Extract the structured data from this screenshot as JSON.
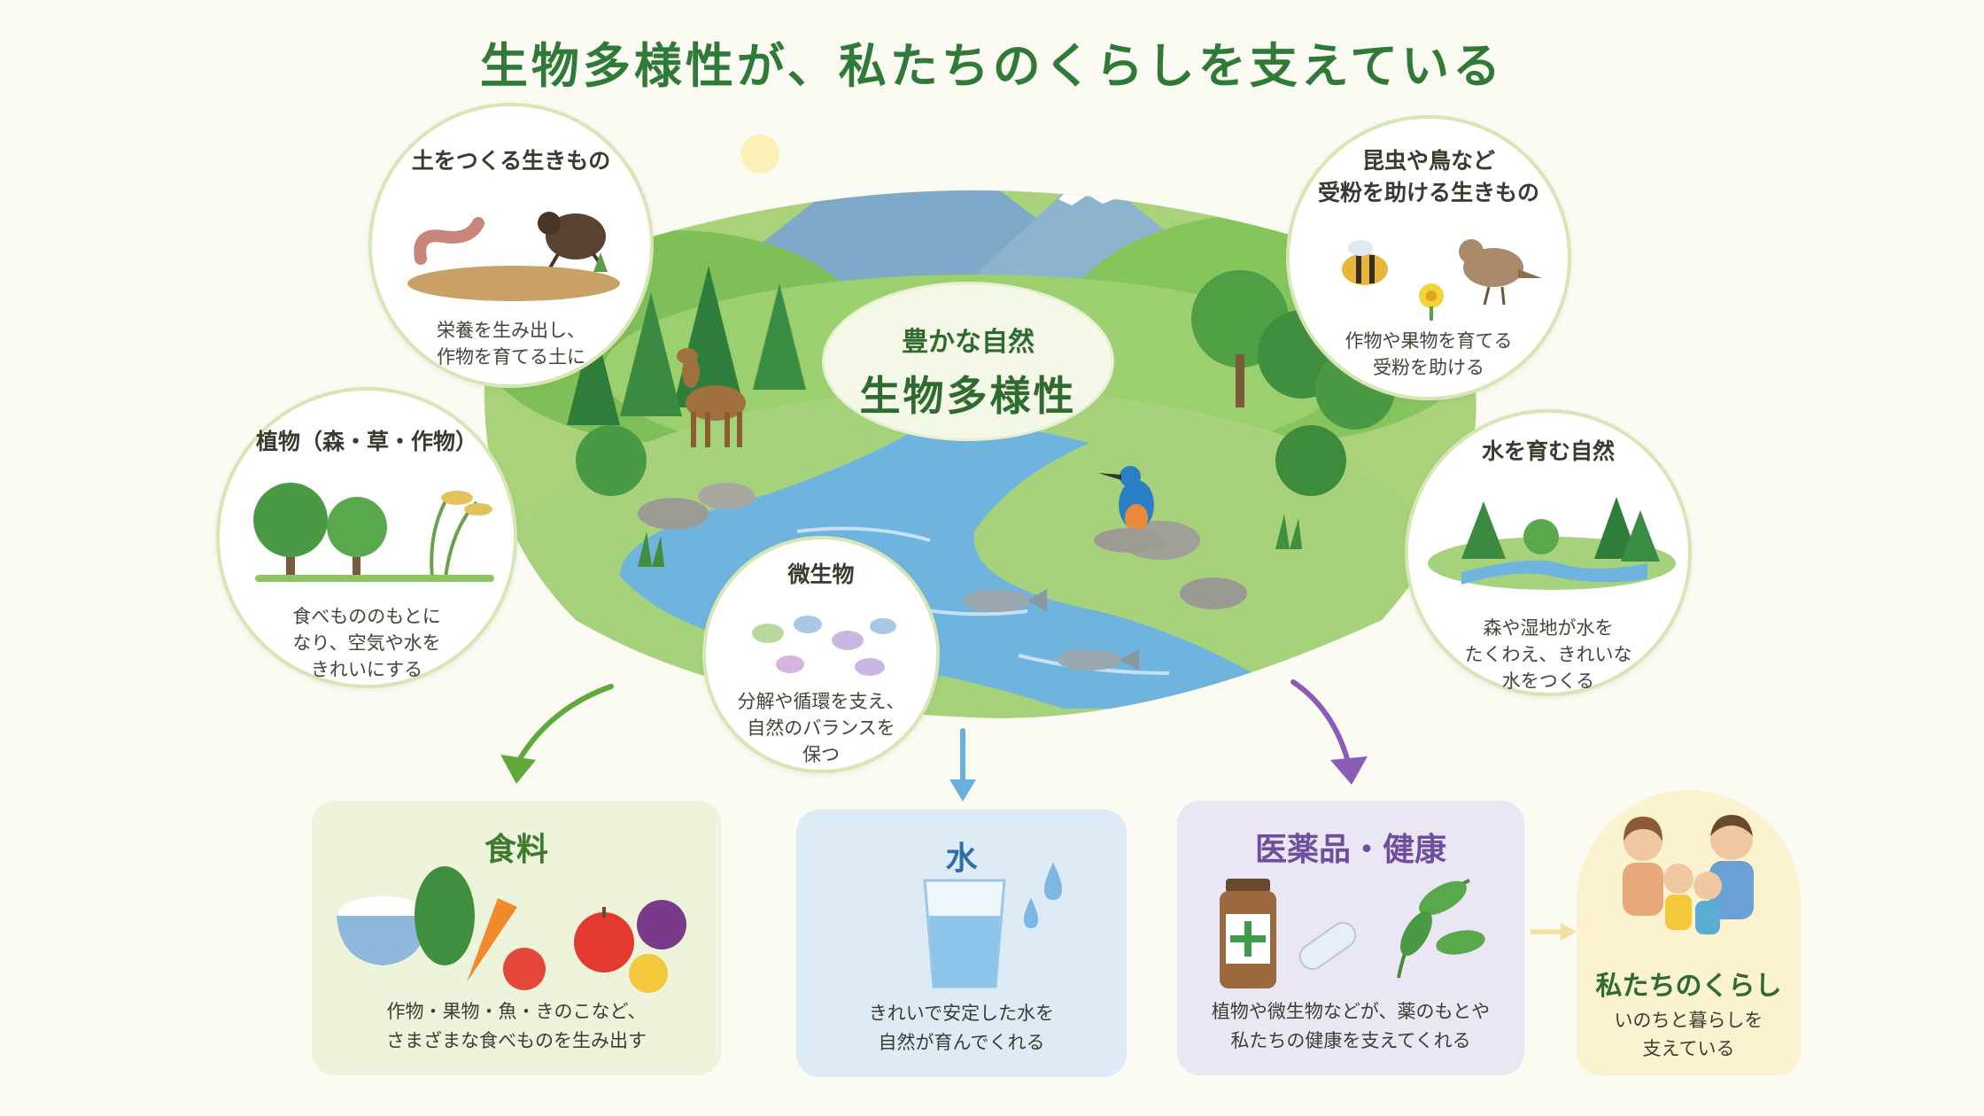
{
  "title": "生物多様性が、私たちのくらしを支えている",
  "center": {
    "line1": "豊かな自然",
    "line2": "生物多様性"
  },
  "bubbles": {
    "soil": {
      "title": "土をつくる生きもの",
      "desc1": "栄養を生み出し、",
      "desc2": "作物を育てる土に"
    },
    "plants": {
      "title": "植物（森・草・作物）",
      "desc1": "食べもののもとに",
      "desc2": "なり、空気や水を",
      "desc3": "きれいにする"
    },
    "microbes": {
      "title": "微生物",
      "desc1": "分解や循環を支え、",
      "desc2": "自然のバランスを",
      "desc3": "保つ"
    },
    "pollinators": {
      "title1": "昆虫や鳥など",
      "title2": "受粉を助ける生きもの",
      "desc1": "作物や果物を育てる",
      "desc2": "受粉を助ける"
    },
    "water_nature": {
      "title": "水を育む自然",
      "desc1": "森や湿地が水を",
      "desc2": "たくわえ、きれいな",
      "desc3": "水をつくる"
    }
  },
  "panels": {
    "food": {
      "title": "食料",
      "desc1": "作物・果物・魚・きのこなど、",
      "desc2": "さまざまな食べものを生み出す"
    },
    "water": {
      "title": "水",
      "desc1": "きれいで安定した水を",
      "desc2": "自然が育んでくれる"
    },
    "medicine": {
      "title": "医薬品・健康",
      "desc1": "植物や微生物などが、薬のもとや",
      "desc2": "私たちの健康を支えてくれる"
    },
    "life": {
      "title": "私たちのくらし",
      "desc1": "いのちと暮らしを",
      "desc2": "支えている"
    }
  },
  "colors": {
    "title": "#2f7a36",
    "food_arrow": "#5fa83a",
    "water_arrow": "#6aaedb",
    "medicine_arrow": "#8a5cb8",
    "life_arrow": "#f3dfa0",
    "bubble_border": "#d6e6b5"
  },
  "icons": [
    "mountain-icon",
    "river-icon",
    "deer-icon",
    "kingfisher-icon",
    "fish-icon",
    "earthworm-icon",
    "beetle-icon",
    "tree-icon",
    "rice-plant-icon",
    "microbe-icon",
    "bee-icon",
    "bird-icon",
    "flower-icon",
    "rice-bowl-icon",
    "vegetable-icon",
    "fruit-icon",
    "water-glass-icon",
    "droplet-icon",
    "medicine-bottle-icon",
    "capsule-icon",
    "leaf-icon",
    "family-icon"
  ]
}
